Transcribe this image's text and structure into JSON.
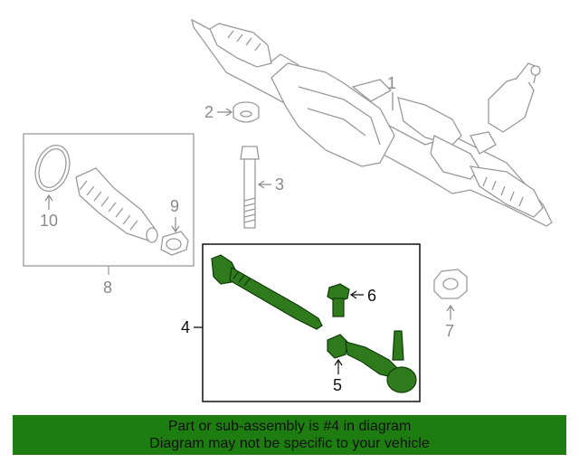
{
  "labels": {
    "p1": "1",
    "p2": "2",
    "p3": "3",
    "p4": "4",
    "p5": "5",
    "p6": "6",
    "p7": "7",
    "p8": "8",
    "p9": "9",
    "p10": "10"
  },
  "banner": {
    "line1": "Part or sub-assembly is #4 in diagram",
    "line2": "Diagram may not be specific to your vehicle"
  },
  "colors": {
    "highlight": "#1e7d10",
    "highlight_part": "#2f7a1c",
    "line_art": "#9a9a9a"
  }
}
